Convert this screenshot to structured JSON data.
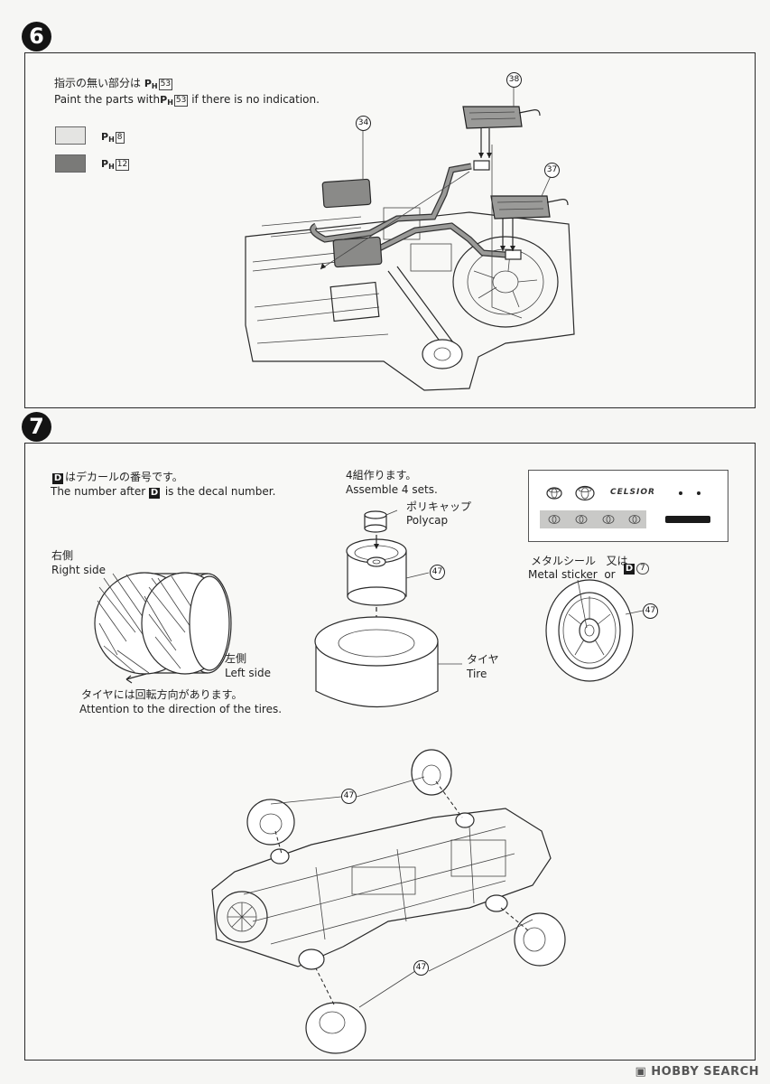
{
  "step6": {
    "number": "6",
    "note_jp": "指示の無い部分は",
    "note_en_pre": "Paint the parts with",
    "note_en_post": "if there is no indication.",
    "paint_default_num": "53",
    "paint_light_num": "8",
    "paint_dark_num": "12",
    "paint_prefix": "P",
    "paint_sub": "H",
    "part_34": "34",
    "part_38": "38",
    "part_37": "37",
    "colors": {
      "light_swatch": "#e4e4e2",
      "dark_swatch": "#7a7a78"
    }
  },
  "step7": {
    "number": "7",
    "decal_letter": "D",
    "decal_note_jp": "はデカールの番号です。",
    "decal_note_en_pre": "The number after",
    "decal_note_en_post": "is the decal number.",
    "assemble_jp": "4組作ります。",
    "assemble_en": "Assemble 4 sets.",
    "polycap_jp": "ポリキャップ",
    "polycap_en": "Polycap",
    "tire_jp": "タイヤ",
    "tire_en": "Tire",
    "right_side_jp": "右側",
    "right_side_en": "Right side",
    "left_side_jp": "左側",
    "left_side_en": "Left side",
    "attention_jp": "タイヤには回転方向があります。",
    "attention_en": "Attention to the direction of the tires.",
    "metal_sticker_jp": "メタルシール",
    "or_jp": "又は",
    "metal_sticker_en": "Metal sticker",
    "or_en": "or",
    "decal_number": "7",
    "celsior_logo": "CELSIOR",
    "part_47": "47"
  },
  "footer": {
    "watermark": "HOBBY SEARCH"
  }
}
